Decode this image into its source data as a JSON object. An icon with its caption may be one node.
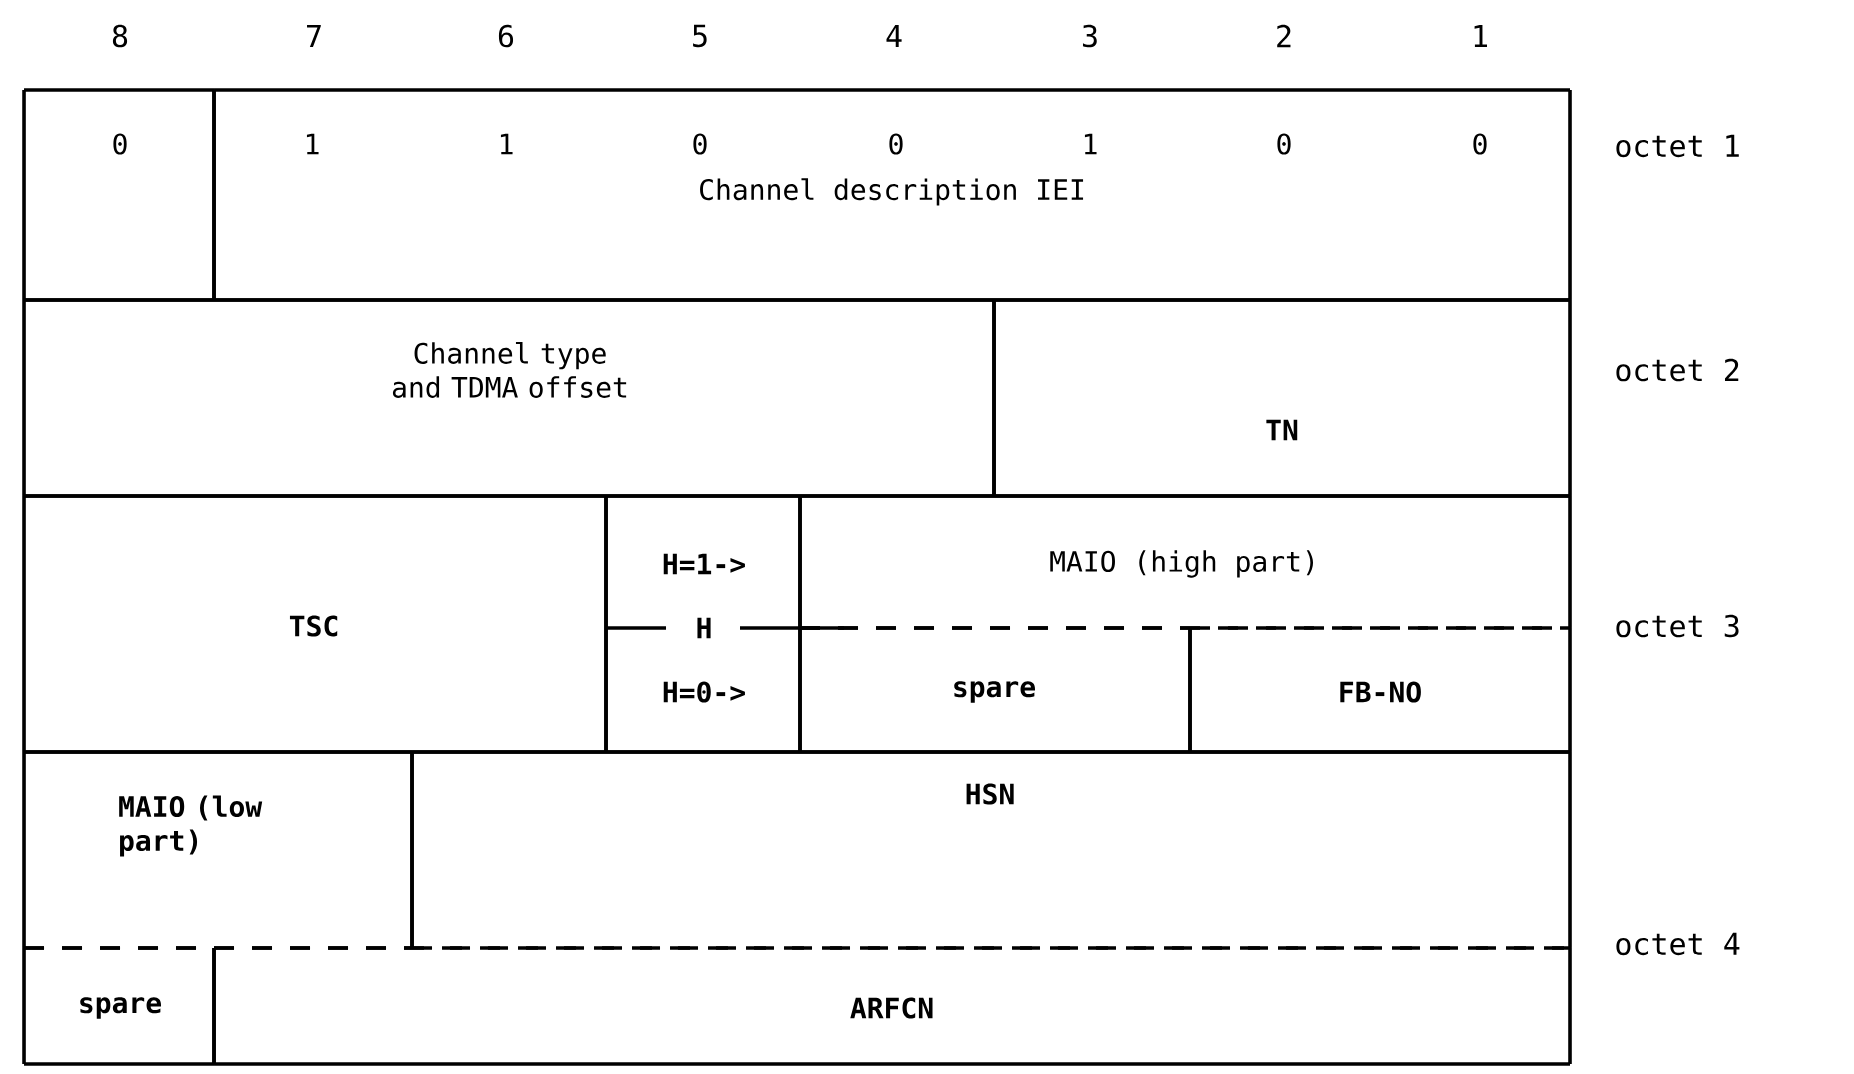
{
  "diagram": {
    "nodes": [
      {
        "text": [
          "0"
        ]
      },
      {
        "text": [
          "1",
          "1",
          "0",
          "0",
          "1",
          "0",
          "0",
          "Channel description IEI"
        ]
      },
      {
        "text": [
          "Channel type and TDMA offset"
        ]
      },
      {
        "text": [
          "TN"
        ]
      },
      {
        "text": [
          "TSC"
        ]
      },
      {
        "text": [
          "H=1->",
          "H",
          "H=0->"
        ]
      },
      {
        "text": [
          "MAIO (high part)"
        ]
      },
      {
        "text": [
          "spare"
        ]
      },
      {
        "text": [
          "FB-NO"
        ]
      },
      {
        "text": [
          "MAIO (low part)"
        ]
      },
      {
        "text": [
          "HSN"
        ]
      },
      {
        "text": [
          "spare"
        ]
      },
      {
        "text": [
          "ARFCN"
        ]
      }
    ],
    "labels": [
      "8",
      "7",
      "6",
      "5",
      "4",
      "3",
      "2",
      "1",
      "octet 1",
      "octet 2",
      "octet 3",
      "octet 4"
    ]
  }
}
